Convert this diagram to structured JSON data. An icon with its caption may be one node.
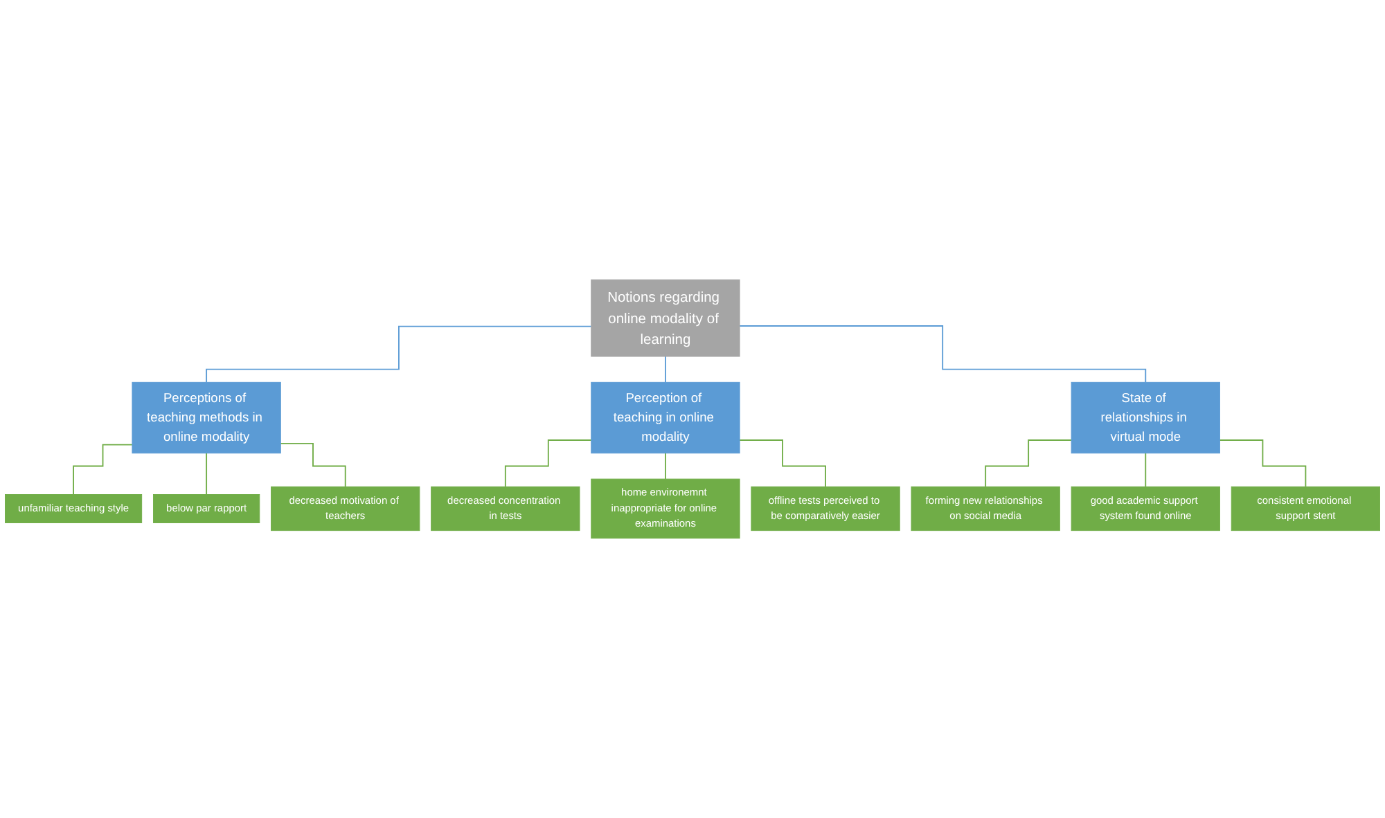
{
  "diagram": {
    "nodes": [
      {
        "text": [
          "Notions regarding online modality of learning"
        ]
      },
      {
        "text": [
          "Perceptions of teaching methods in online modality"
        ]
      },
      {
        "text": [
          "Perception of teaching in online modality"
        ]
      },
      {
        "text": [
          "State of relationships in virtual mode"
        ]
      },
      {
        "text": [
          "unfamiliar teaching style"
        ]
      },
      {
        "text": [
          "below par rapport"
        ]
      },
      {
        "text": [
          "decreased motivation of teachers"
        ]
      },
      {
        "text": [
          "decreased concentration in tests"
        ]
      },
      {
        "text": [
          "home environemnt inappropriate for online examinations"
        ]
      },
      {
        "text": [
          "offline tests perceived to be comparatively easier"
        ]
      },
      {
        "text": [
          "forming new relationships on social media"
        ]
      },
      {
        "text": [
          "good academic support system found online"
        ]
      },
      {
        "text": [
          "consistent emotional support stent"
        ]
      }
    ],
    "edges": [
      {
        "from": 0,
        "to": 1,
        "arrow": "none",
        "color": "#5b9bd5"
      },
      {
        "from": 0,
        "to": 2,
        "arrow": "none",
        "color": "#5b9bd5"
      },
      {
        "from": 0,
        "to": 3,
        "arrow": "none",
        "color": "#5b9bd5"
      },
      {
        "from": 1,
        "to": 4,
        "arrow": "none"
      },
      {
        "from": 1,
        "to": 5,
        "arrow": "none"
      },
      {
        "from": 1,
        "to": 6,
        "arrow": "none"
      },
      {
        "from": 2,
        "to": 7,
        "arrow": "none"
      },
      {
        "from": 2,
        "to": 8,
        "arrow": "none"
      },
      {
        "from": 2,
        "to": 9,
        "arrow": "none"
      },
      {
        "from": 3,
        "to": 10,
        "arrow": "none"
      },
      {
        "from": 3,
        "to": 11,
        "arrow": "none"
      },
      {
        "from": 3,
        "to": 12,
        "arrow": "none"
      }
    ]
  }
}
